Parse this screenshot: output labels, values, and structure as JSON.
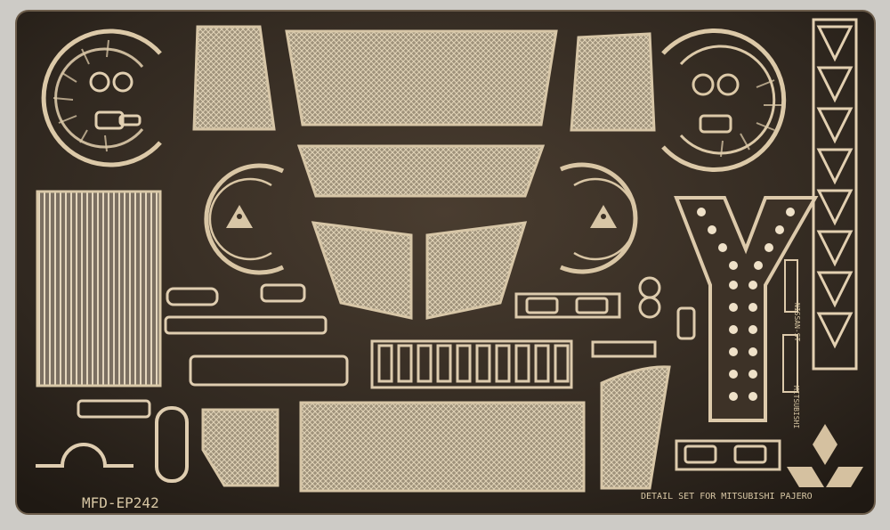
{
  "sheet": {
    "part_number": "MFD-EP242",
    "caption": "DETAIL SET FOR MITSUBISHI PAJERO",
    "logo_mark": "Mitsubishi three-diamond logo",
    "small_stamps": [
      "NISSAN-ST",
      "MITSUBISHI"
    ]
  },
  "colors": {
    "background": "#cdcbc6",
    "brass_light": "#d8c3a0",
    "brass_dark": "#3b3025",
    "mesh": "#b7a78b"
  }
}
